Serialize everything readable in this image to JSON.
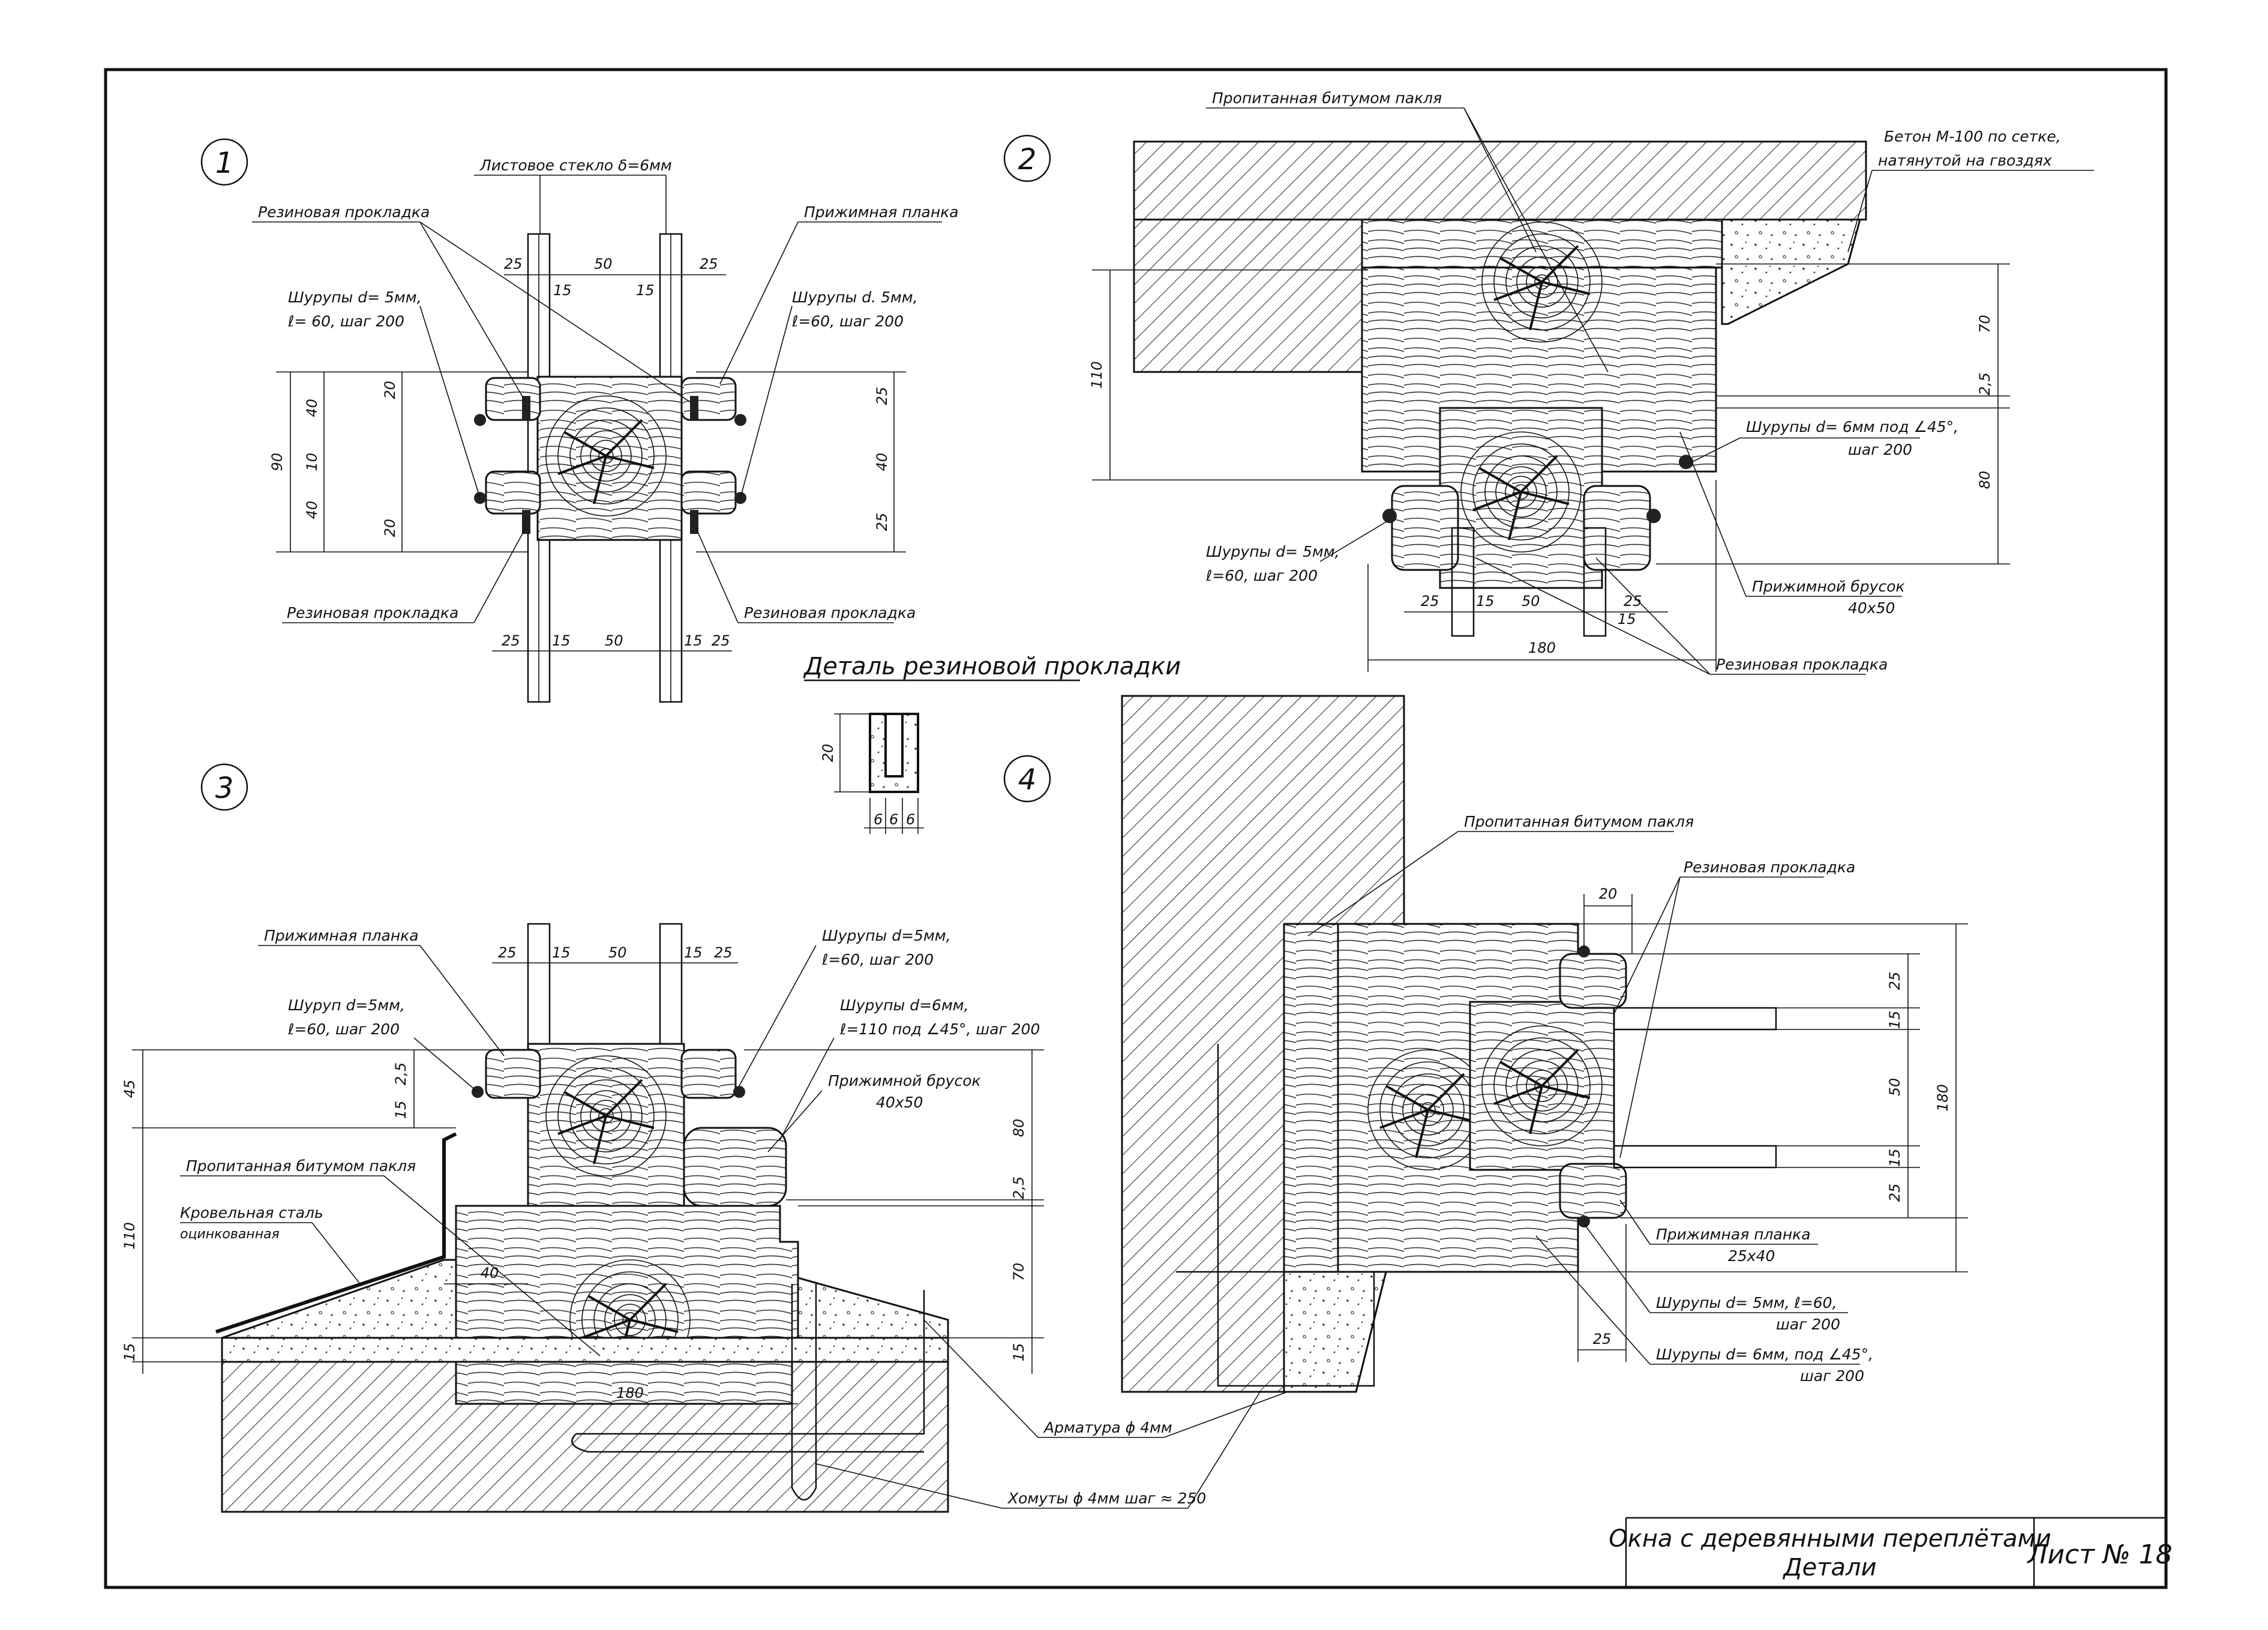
{
  "sheet": {
    "title_line1": "Окна с деревянными переплётами",
    "title_line2": "Детали",
    "sheet_label": "Лист № 18"
  },
  "markers": [
    "1",
    "2",
    "3",
    "4"
  ],
  "detail1": {
    "glass": "Листовое стекло δ=6мм",
    "seal_top": "Резиновая прокладка",
    "strip": "Прижимная планка",
    "screws_left_1": "Шурупы d= 5мм,",
    "screws_left_2": "ℓ= 60,  шаг 200",
    "screws_right_1": "Шурупы d. 5мм,",
    "screws_right_2": "ℓ=60,  шаг 200",
    "seal_bottom_left": "Резиновая прокладка",
    "seal_bottom_right": "Резиновая прокладка",
    "dims_top": [
      "25",
      "50",
      "25"
    ],
    "dims_inner": [
      "15",
      "15"
    ],
    "dims_bottom": [
      "25",
      "15",
      "50",
      "15",
      "25"
    ],
    "dims_left": [
      "90",
      "40",
      "10",
      "40",
      "20",
      "20"
    ],
    "dims_right": [
      "25",
      "40",
      "25"
    ]
  },
  "detail2": {
    "oakum": "Пропитанная битумом пакля",
    "concrete_1": "Бетон М-100 по сетке,",
    "concrete_2": "натянутой на гвоздях",
    "screws_right_1": "Шурупы d= 6мм под ∠45°,",
    "screws_right_2": "шаг 200",
    "screws_left_1": "Шурупы  d= 5мм,",
    "screws_left_2": "ℓ=60,  шаг 200",
    "bar_1": "Прижимной  брусок",
    "bar_2": "40х50",
    "seal": "Резиновая  прокладка",
    "dims_left": [
      "110"
    ],
    "dims_right": [
      "70",
      "2,5",
      "80"
    ],
    "dims_bottom": [
      "25",
      "15",
      "50",
      "25",
      "15",
      "180"
    ]
  },
  "gasket": {
    "title": "Деталь резиновой прокладки",
    "dim_h": "20",
    "dims_w": [
      "6",
      "6",
      "6"
    ]
  },
  "detail3": {
    "strip": "Прижимная планка",
    "screw_left_1": "Шуруп  d=5мм,",
    "screw_left_2": "ℓ=60,  шаг 200",
    "screws_a_1": "Шурупы  d=5мм,",
    "screws_a_2": "ℓ=60,  шаг 200",
    "screws_b_1": "Шурупы  d=6мм,",
    "screws_b_2": "ℓ=110  под ∠45°, шаг 200",
    "bar_1": "Прижимной брусок",
    "bar_2": "40х50",
    "oakum": "Пропитанная битумом пакля",
    "steel_1": "Кровельная сталь",
    "steel_2": "оцинкованная",
    "rebar": "Арматура  ϕ 4мм",
    "clamps": "Хомуты  ϕ 4мм шаг ≈ 250",
    "dims_top": [
      "25",
      "15",
      "50",
      "15",
      "25"
    ],
    "dims_left": [
      "45",
      "110",
      "15",
      "15",
      "2,5"
    ],
    "dims_right": [
      "80",
      "2,5",
      "70",
      "15"
    ],
    "dims_bottom": [
      "40",
      "180"
    ]
  },
  "detail4": {
    "oakum": "Пропитанная битумом пакля",
    "seal": "Резиновая прокладка",
    "strip_1": "Прижимная  планка",
    "strip_2": "25х40",
    "screws_a_1": "Шурупы  d= 5мм,  ℓ=60,",
    "screws_a_2": "шаг  200",
    "screws_b_1": "Шурупы  d= 6мм, под ∠45°,",
    "screws_b_2": "шаг  200",
    "dims_top": [
      "20"
    ],
    "dims_right": [
      "25",
      "15",
      "50",
      "15",
      "25",
      "180"
    ],
    "dims_bottom": [
      "25"
    ]
  }
}
